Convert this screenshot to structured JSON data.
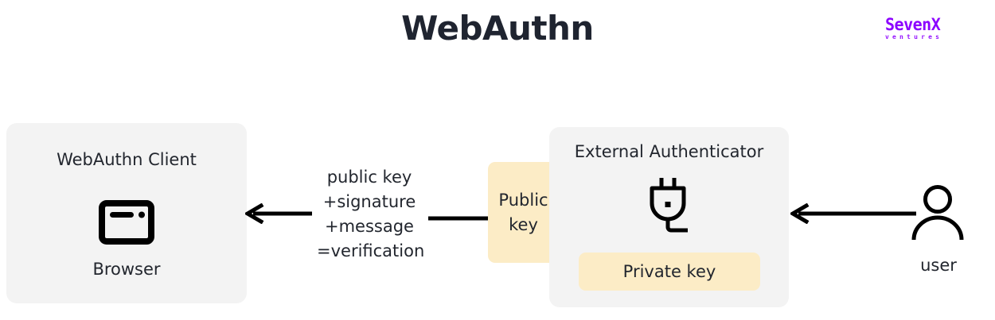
{
  "page": {
    "title": "WebAuthn",
    "background_color": "#ffffff"
  },
  "logo": {
    "name": "SevenX",
    "tagline": "ventures",
    "color": "#8c00ff"
  },
  "colors": {
    "panel_background": "#f3f3f3",
    "key_highlight": "#fcecc6",
    "text": "#22262e",
    "title_text": "#1f2430",
    "stroke": "#000000"
  },
  "client_panel": {
    "title": "WebAuthn Client",
    "icon": "browser-icon",
    "caption": "Browser"
  },
  "flow": {
    "message_lines": [
      "public key",
      "+signature",
      "+message",
      "=verification"
    ],
    "public_key_box": {
      "lines": [
        "Public",
        "key"
      ]
    },
    "arrow_left": "arrow-left-icon",
    "connector": "connector-line",
    "arrow_right": "arrow-left-icon"
  },
  "authenticator_panel": {
    "title": "External Authenticator",
    "icon": "plug-icon",
    "private_key_label": "Private key"
  },
  "user": {
    "icon": "person-icon",
    "caption": "user"
  }
}
